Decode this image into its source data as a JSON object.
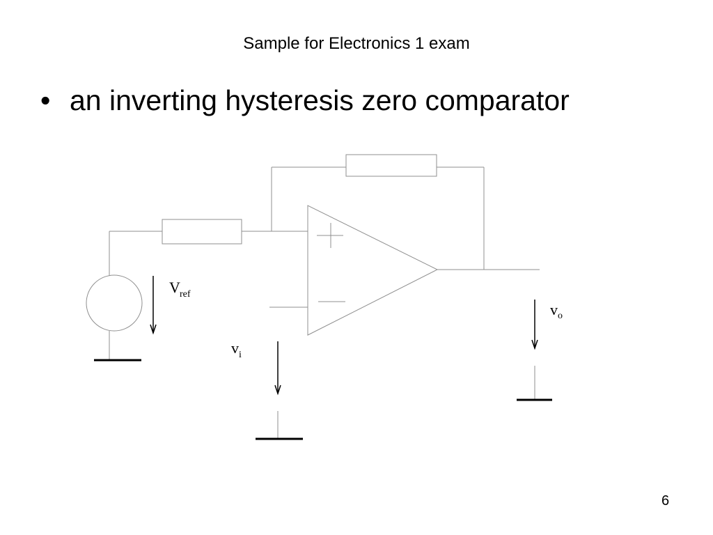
{
  "slide": {
    "title": "Sample for Electronics 1 exam",
    "bullets": [
      {
        "marker": "•",
        "text": "an inverting hysteresis zero comparator"
      }
    ],
    "page_number": "6"
  },
  "circuit": {
    "labels": {
      "v_ref": {
        "symbol": "V",
        "subscript": "ref"
      },
      "v_i": {
        "symbol": "v",
        "subscript": "i"
      },
      "v_o": {
        "symbol": "v",
        "subscript": "o"
      }
    }
  }
}
